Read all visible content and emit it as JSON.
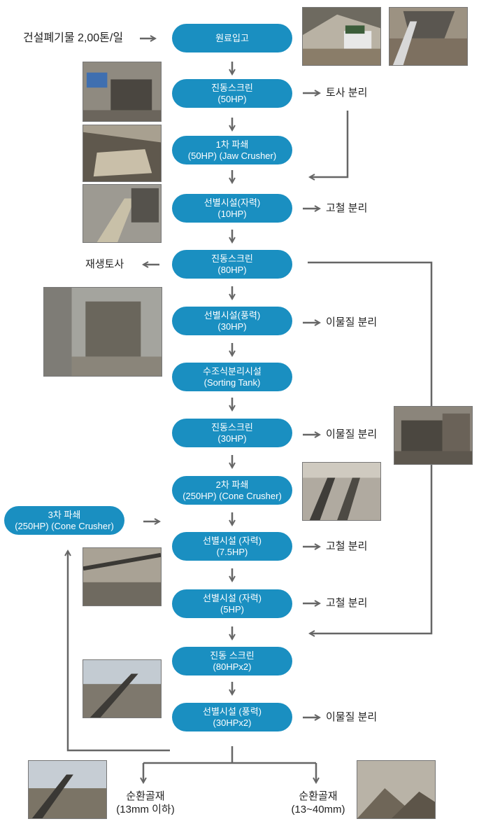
{
  "input_label": "건설폐기물 2,00톤/일",
  "steps": [
    {
      "line1": "원료입고",
      "line2": ""
    },
    {
      "line1": "진동스크린",
      "line2": "(50HP)"
    },
    {
      "line1": "1차 파쇄",
      "line2": "(50HP) (Jaw Crusher)"
    },
    {
      "line1": "선별시설(자력)",
      "line2": "(10HP)"
    },
    {
      "line1": "진동스크린",
      "line2": "(80HP)"
    },
    {
      "line1": "선별시설(풍력)",
      "line2": "(30HP)"
    },
    {
      "line1": "수조식분리시설",
      "line2": "(Sorting Tank)"
    },
    {
      "line1": "진동스크린",
      "line2": "(30HP)"
    },
    {
      "line1": "2차 파쇄",
      "line2": "(250HP) (Cone Crusher)"
    },
    {
      "line1": "선별시설 (자력)",
      "line2": "(7.5HP)"
    },
    {
      "line1": "선별시설 (자력)",
      "line2": "(5HP)"
    },
    {
      "line1": "진동 스크린",
      "line2": "(80HPx2)"
    },
    {
      "line1": "선별시설 (풍력)",
      "line2": "(30HPx2)"
    }
  ],
  "tertiary": {
    "line1": "3차 파쇄",
    "line2": "(250HP) (Cone Crusher)"
  },
  "side_outputs": {
    "soil_separation": "토사 분리",
    "iron_1": "고철 분리",
    "recycled_soil": "재생토사",
    "foreign_1": "이물질 분리",
    "foreign_2": "이물질 분리",
    "iron_2": "고철 분리",
    "iron_3": "고철 분리",
    "foreign_3": "이물질 분리"
  },
  "outputs": [
    {
      "line1": "순환골재",
      "line2": "(13mm 이하)"
    },
    {
      "line1": "순환골재",
      "line2": "(13~40mm)"
    }
  ],
  "colors": {
    "step_fill": "#1a8fc1",
    "arrow": "#666666"
  }
}
